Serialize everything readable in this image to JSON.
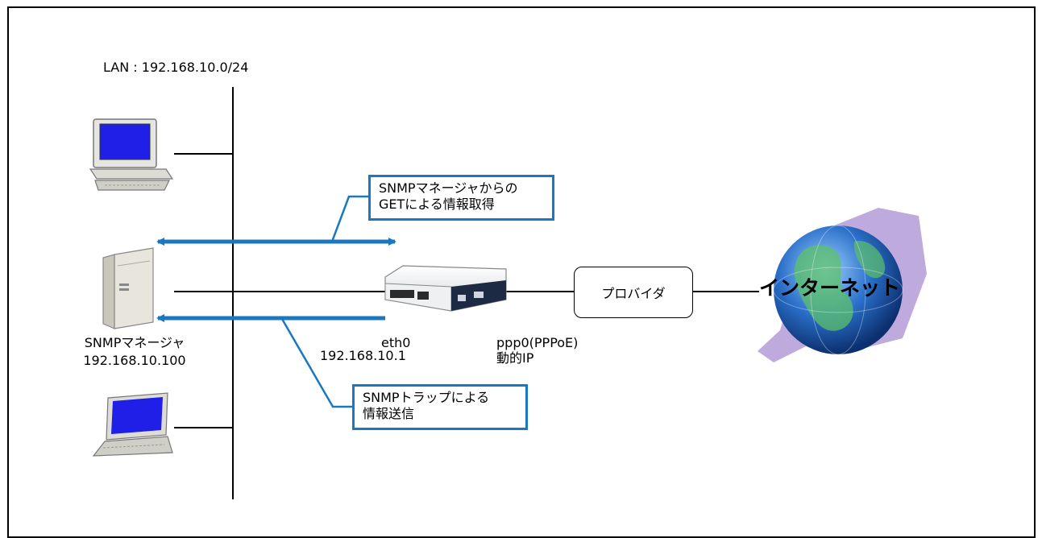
{
  "lan_label": "LAN : 192.168.10.0/24",
  "snmp_manager": {
    "name": "SNMPマネージャ",
    "ip": "192.168.10.100"
  },
  "router": {
    "eth0": "eth0",
    "eth0_ip": "192.168.10.1",
    "ppp0": "ppp0(PPPoE)",
    "ppp0_ip": "動的IP"
  },
  "provider_label": "プロバイダ",
  "internet_label": "インターネット",
  "callout_get": {
    "line1": "SNMPマネージャからの",
    "line2": "GETによる情報取得"
  },
  "callout_trap": {
    "line1": "SNMPトラップによる",
    "line2": "情報送信"
  },
  "colors": {
    "arrow": "#1a78c2",
    "frame": "#000000",
    "screen": "#1f1fe8",
    "cloud": "#b7a1d9",
    "globe": "#2a6fc9"
  },
  "icons": [
    "desktop-pc-icon",
    "server-icon",
    "laptop-icon",
    "router-icon",
    "globe-icon"
  ]
}
